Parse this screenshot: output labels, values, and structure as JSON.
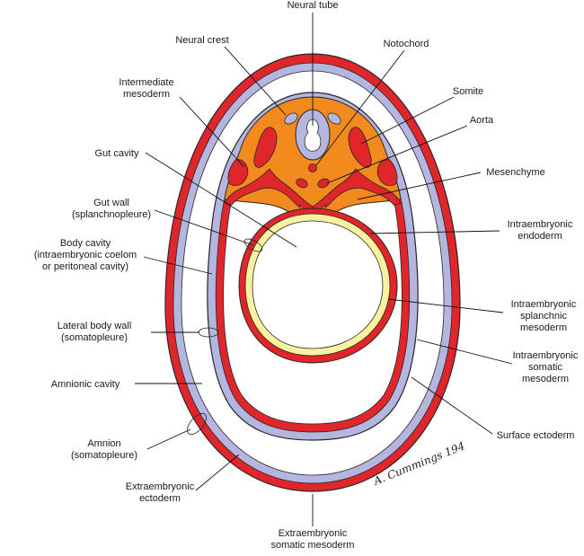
{
  "colors": {
    "red": "#e0262b",
    "lavender": "#b4b6e0",
    "orange": "#f28a1e",
    "yellow": "#fbf2a0",
    "outline": "#262626"
  },
  "labels": {
    "neural_tube": "Neural tube",
    "neural_crest": "Neural crest",
    "notochord": "Notochord",
    "intermediate_mesoderm": [
      "Intermediate",
      "mesoderm"
    ],
    "somite": "Somite",
    "aorta": "Aorta",
    "gut_cavity": "Gut cavity",
    "mesenchyme": "Mesenchyme",
    "gut_wall": [
      "Gut wall",
      "(splanchnopleure)"
    ],
    "intraembryonic_endoderm": [
      "Intraembryonic",
      "endoderm"
    ],
    "body_cavity": [
      "Body cavity",
      "(intraembryonic coelom",
      "or peritoneal cavity)"
    ],
    "intraembryonic_splanchnic_mesoderm": [
      "Intraembryonic",
      "splanchnic",
      "mesoderm"
    ],
    "lateral_body_wall": [
      "Lateral body wall",
      "(somatopleure)"
    ],
    "intraembryonic_somatic_mesoderm": [
      "Intraembryonic",
      "somatic",
      "mesoderm"
    ],
    "amnionic_cavity": "Amnionic cavity",
    "surface_ectoderm": "Surface ectoderm",
    "amnion": [
      "Amnion",
      "(somatopleure)"
    ],
    "extraembryonic_ectoderm": [
      "Extraembryonic",
      "ectoderm"
    ],
    "extraembryonic_somatic_mesoderm": [
      "Extraembryonic",
      "somatic mesoderm"
    ]
  },
  "signature": "A. Cummings 194"
}
